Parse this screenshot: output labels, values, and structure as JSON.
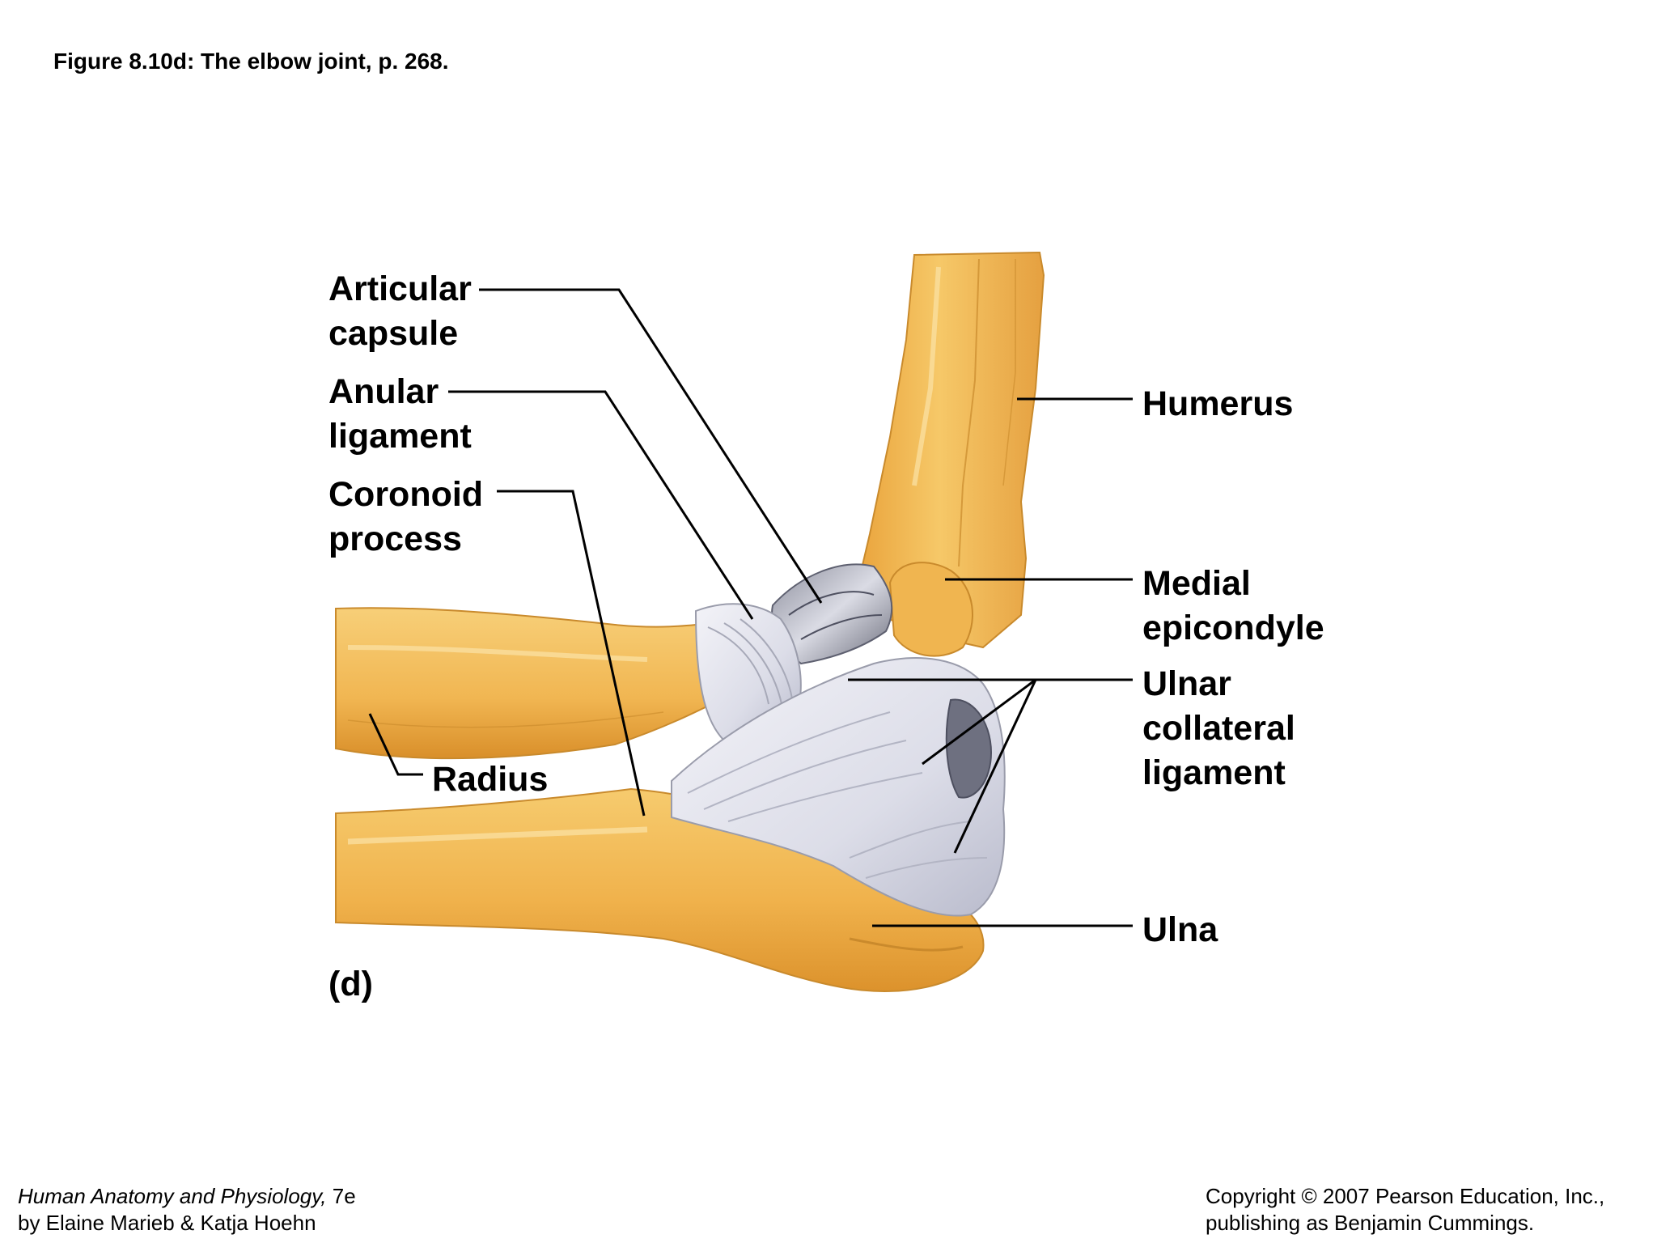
{
  "figure_title": "Figure 8.10d:  The elbow joint, p. 268.",
  "labels": {
    "articular_capsule": [
      "Articular",
      "capsule"
    ],
    "anular_ligament": [
      "Anular",
      "ligament"
    ],
    "coronoid_process": [
      "Coronoid",
      "process"
    ],
    "radius": "Radius",
    "humerus": "Humerus",
    "medial_epicondyle": [
      "Medial",
      "epicondyle"
    ],
    "ulnar_collateral_ligament": [
      "Ulnar",
      "collateral",
      "ligament"
    ],
    "ulna": "Ulna",
    "panel": "(d)"
  },
  "footer": {
    "book_title": "Human Anatomy and Physiology,",
    "edition": " 7e",
    "authors": "by Elaine Marieb & Katja Hoehn",
    "copyright": "Copyright © 2007 Pearson Education, Inc.,",
    "publisher": "publishing as Benjamin Cummings."
  },
  "colors": {
    "bone": "#f2b84f",
    "bone_light": "#f9d98c",
    "bone_shadow": "#d98f2a",
    "ligament": "#e4e5ee",
    "ligament_shadow": "#a7a9b8",
    "capsule_dark": "#5e6070",
    "leader_line": "#000000"
  }
}
